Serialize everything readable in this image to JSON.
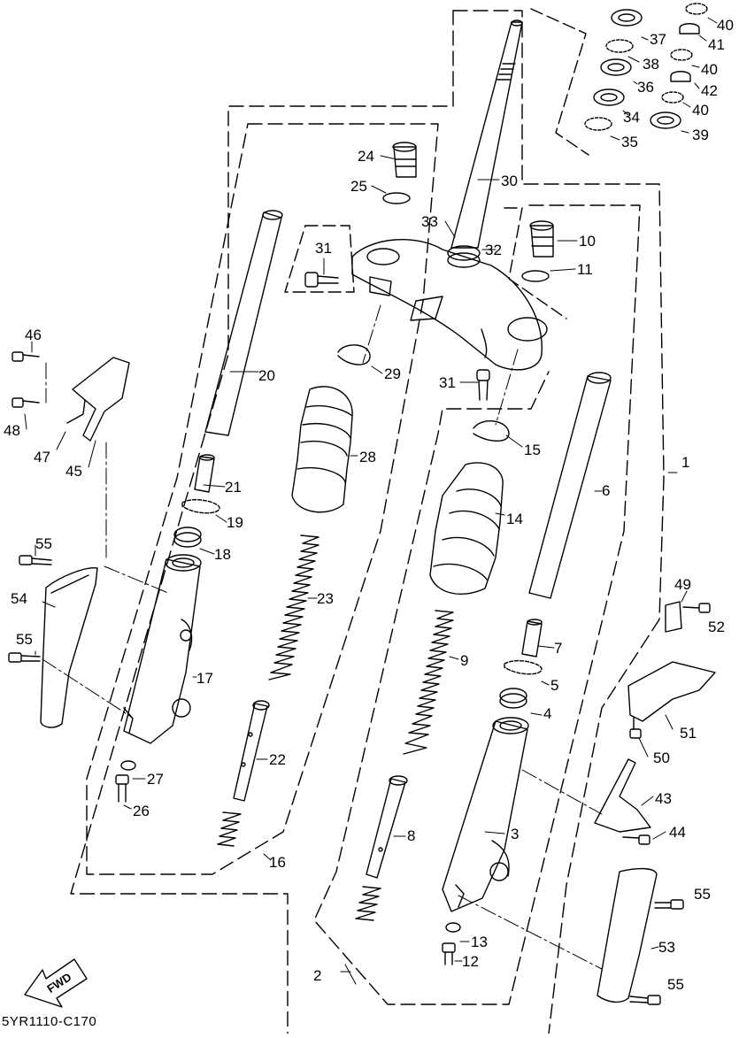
{
  "diagram_code": "5YR1110-C170",
  "fwd_label": "FWD",
  "callouts": {
    "c1": "1",
    "c2": "2",
    "c3": "3",
    "c4": "4",
    "c5": "5",
    "c6": "6",
    "c7": "7",
    "c8": "8",
    "c9": "9",
    "c10": "10",
    "c11": "11",
    "c12": "12",
    "c13": "13",
    "c14": "14",
    "c15": "15",
    "c16": "16",
    "c17": "17",
    "c18": "18",
    "c19": "19",
    "c20": "20",
    "c21": "21",
    "c22": "22",
    "c23": "23",
    "c24": "24",
    "c25": "25",
    "c26": "26",
    "c27": "27",
    "c28": "28",
    "c29": "29",
    "c30": "30",
    "c31a": "31",
    "c31b": "31",
    "c32": "32",
    "c33": "33",
    "c34": "34",
    "c35": "35",
    "c36": "36",
    "c37": "37",
    "c38": "38",
    "c39": "39",
    "c40a": "40",
    "c40b": "40",
    "c40c": "40",
    "c41": "41",
    "c42": "42",
    "c43": "43",
    "c44": "44",
    "c45": "45",
    "c46": "46",
    "c47": "47",
    "c48": "48",
    "c49": "49",
    "c50": "50",
    "c51": "51",
    "c52": "52",
    "c53": "53",
    "c54": "54",
    "c55a": "55",
    "c55b": "55",
    "c55c": "55",
    "c55d": "55"
  }
}
